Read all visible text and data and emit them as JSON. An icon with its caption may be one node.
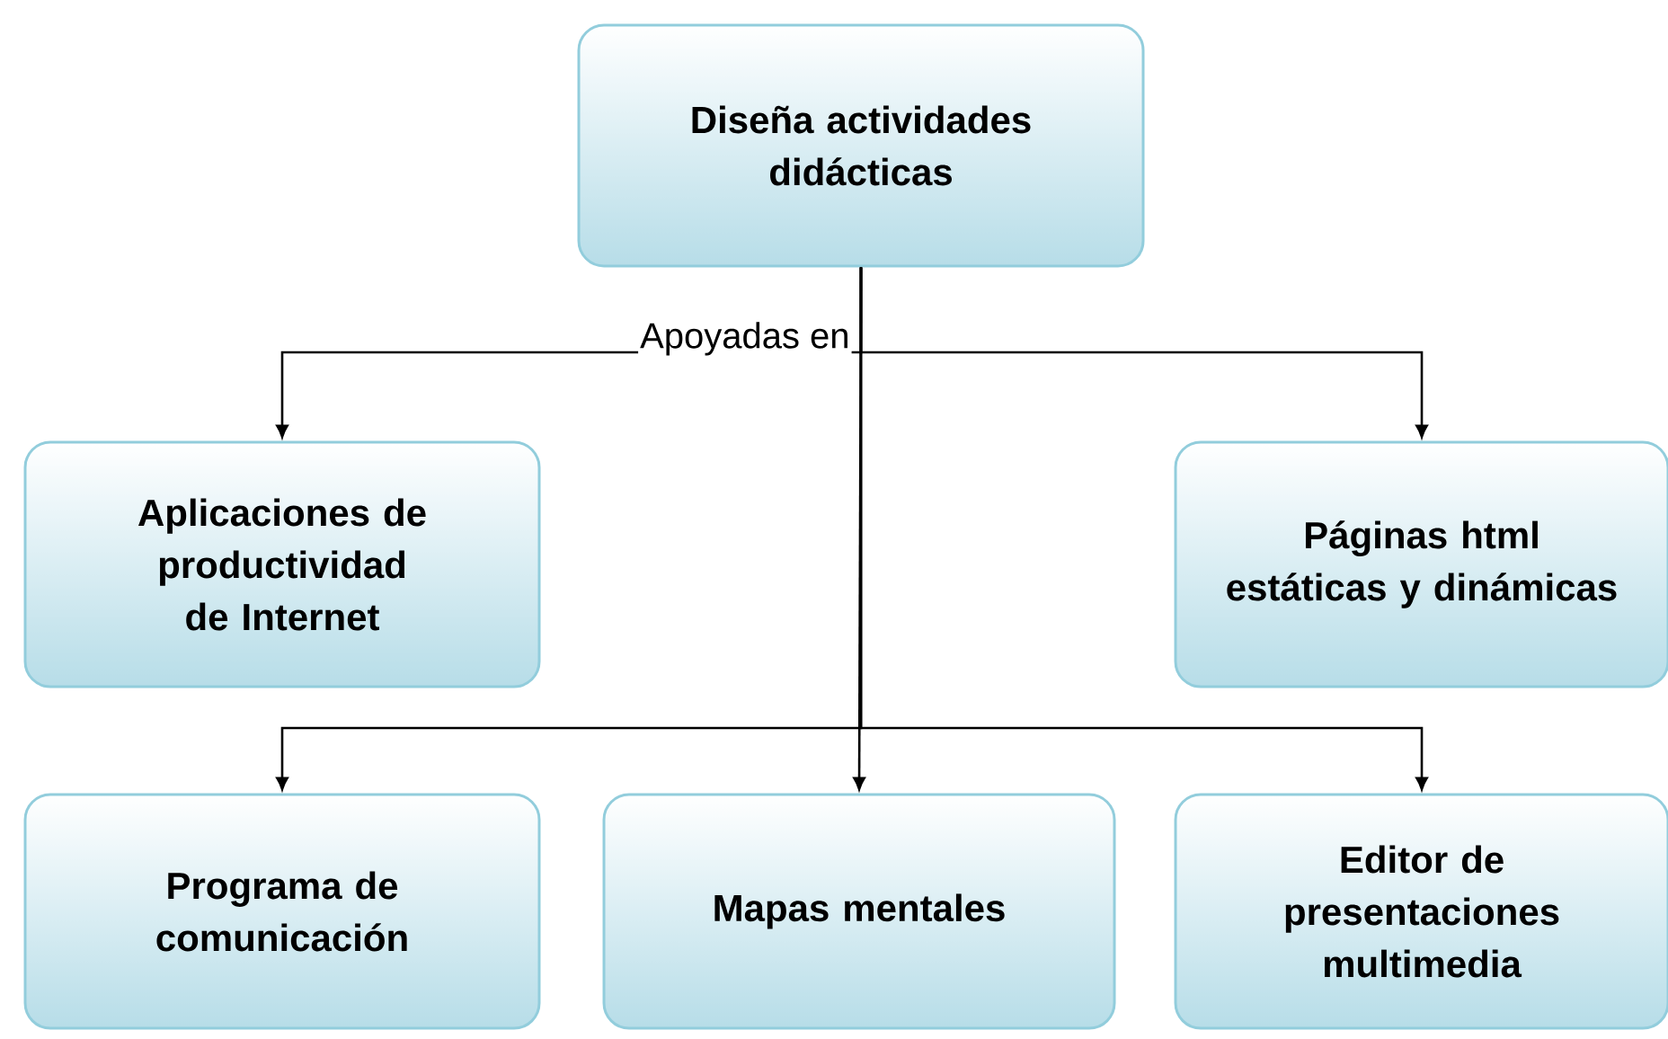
{
  "diagram": {
    "nodes": [
      {
        "text": [
          "Diseña actividades didácticas"
        ]
      },
      {
        "text": [
          "Aplicaciones de productividad de Internet"
        ]
      },
      {
        "text": [
          "Páginas html estáticas y dinámicas"
        ]
      },
      {
        "text": [
          "Programa de comunicación"
        ]
      },
      {
        "text": [
          "Mapas mentales"
        ]
      },
      {
        "text": [
          "Editor de presentaciones multimedia"
        ]
      }
    ],
    "edges": [
      {
        "from": 0,
        "to": 1,
        "arrow": "to"
      },
      {
        "from": 0,
        "to": 2,
        "arrow": "to"
      },
      {
        "from": 0,
        "to": 3,
        "arrow": "to"
      },
      {
        "from": 0,
        "to": 4,
        "arrow": "to"
      },
      {
        "from": 0,
        "to": 5,
        "arrow": "to"
      }
    ],
    "labels": [
      "Apoyadas en"
    ]
  }
}
